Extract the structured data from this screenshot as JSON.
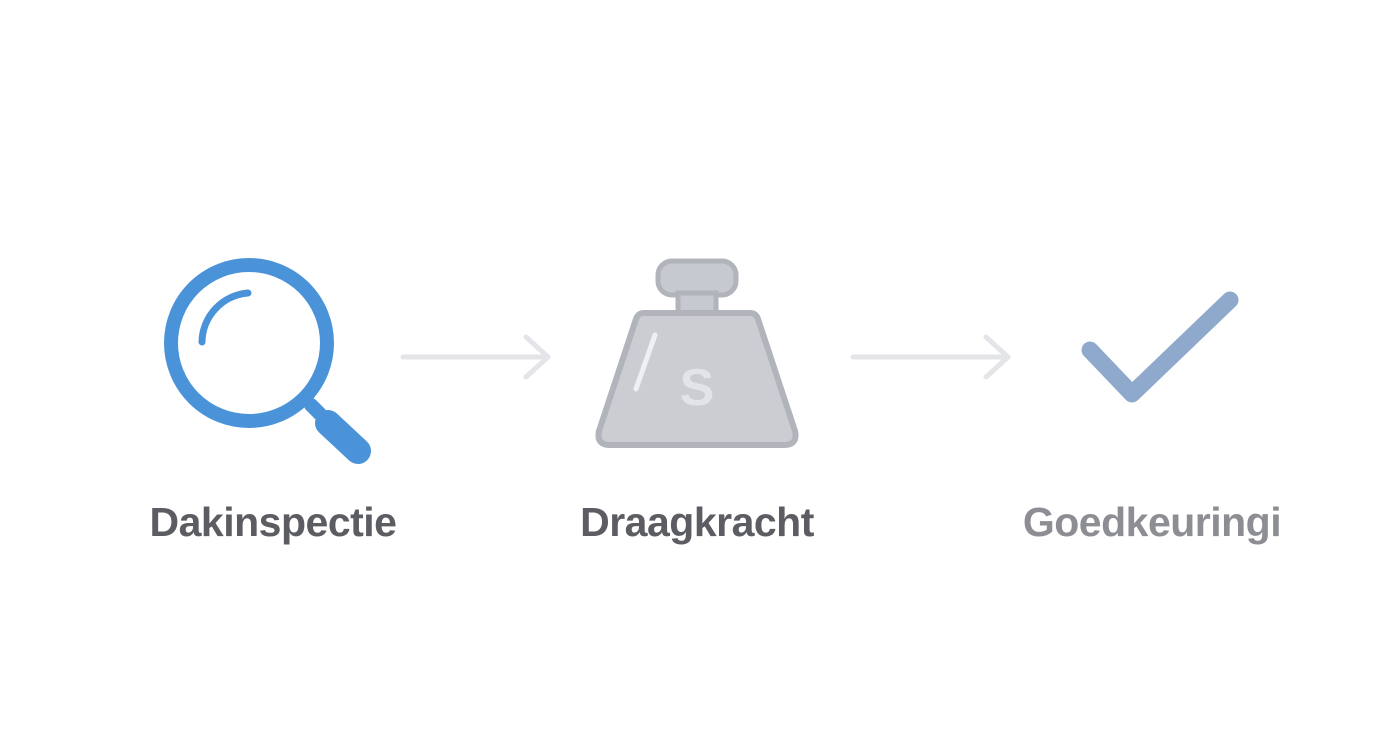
{
  "steps": [
    {
      "label": "Dakinspectie",
      "icon": "magnifying-glass-icon",
      "color": "#4a93d9",
      "label_color": "#5b5d63"
    },
    {
      "label": "Draagkracht",
      "icon": "weight-icon",
      "color": "#b6b9c1",
      "label_color": "#5b5d63"
    },
    {
      "label": "Goedkeuringi",
      "icon": "checkmark-icon",
      "color": "#8fa9cc",
      "label_color": "#8c8e94"
    }
  ],
  "weight_symbol": "S",
  "arrow_color": "#e4e5e8"
}
